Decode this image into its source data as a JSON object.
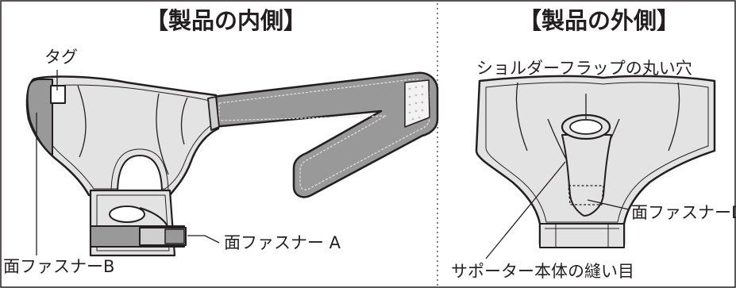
{
  "left_panel": {
    "title": "【製品の内側】",
    "labels": {
      "tag": "タグ",
      "fastener_a": "面ファスナー A",
      "fastener_b": "面ファスナーB"
    }
  },
  "right_panel": {
    "title": "【製品の外側】",
    "labels": {
      "flap_hole": "ショルダーフラップの丸い穴",
      "fastener_d": "面ファスナーD",
      "seam": "サポーター本体の縫い目"
    }
  },
  "colors": {
    "ink": "#231f20",
    "fabric": "#e3e3e3",
    "strap": "#999999",
    "divider": "#555555"
  }
}
